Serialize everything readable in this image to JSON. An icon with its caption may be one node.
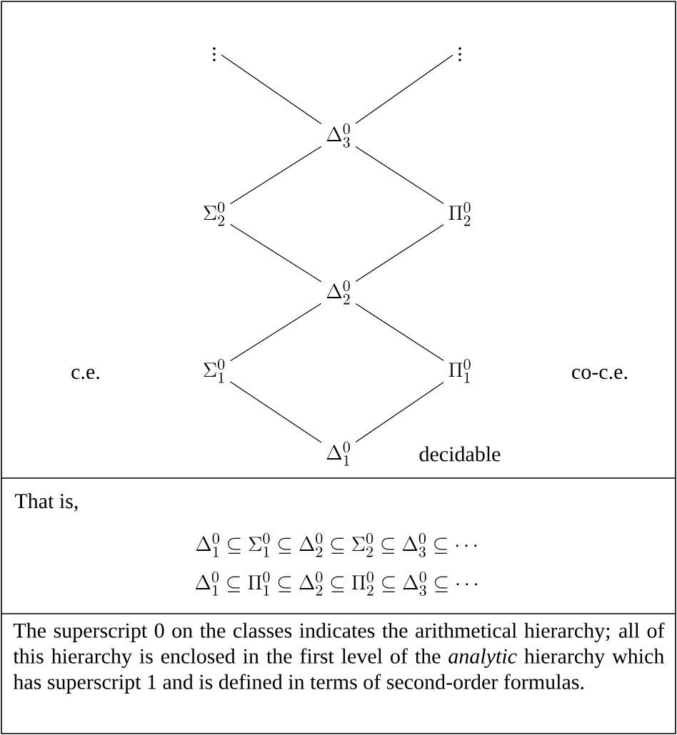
{
  "diagram": {
    "caption": "The superscript 0 on the classes indicates the arithmetical hierarchy; all of this hierarchy is enclosed in the first level of the *analytic* hierarchy which has superscript 1 and is defined in terms of second-order formulas.",
    "nodes": [
      {
        "text": [
          "\\vdots"
        ]
      },
      {
        "text": [
          "\\vdots"
        ]
      },
      {
        "text": [
          "\\Delta^0_3"
        ]
      },
      {
        "text": [
          "\\Sigma^0_2"
        ]
      },
      {
        "text": [
          "\\Pi^0_2"
        ]
      },
      {
        "text": [
          "\\Delta^0_2"
        ]
      },
      {
        "text": [
          "\\Sigma^0_1"
        ]
      },
      {
        "text": [
          "\\Pi^0_1"
        ]
      },
      {
        "text": [
          "\\Delta^0_1"
        ]
      }
    ],
    "edges": [
      {
        "from": 0,
        "to": 2,
        "arrow": "none"
      },
      {
        "from": 1,
        "to": 2,
        "arrow": "none"
      },
      {
        "from": 2,
        "to": 3,
        "arrow": "none"
      },
      {
        "from": 2,
        "to": 4,
        "arrow": "none"
      },
      {
        "from": 3,
        "to": 5,
        "arrow": "none"
      },
      {
        "from": 4,
        "to": 5,
        "arrow": "none"
      },
      {
        "from": 5,
        "to": 6,
        "arrow": "none"
      },
      {
        "from": 5,
        "to": 7,
        "arrow": "none"
      },
      {
        "from": 6,
        "to": 8,
        "arrow": "none"
      },
      {
        "from": 7,
        "to": 8,
        "arrow": "none"
      }
    ],
    "labels": [
      "c.e.",
      "co-c.e.",
      "decidable",
      "That is,",
      "\\Delta^0_1 \\subseteq \\Sigma^0_1 \\subseteq \\Delta^0_2 \\subseteq \\Sigma^0_2 \\subseteq \\Delta^0_3 \\subseteq \\cdots",
      "\\Delta^0_1 \\subseteq \\Pi^0_1 \\subseteq \\Delta^0_2 \\subseteq \\Pi^0_2 \\subseteq \\Delta^0_3 \\subseteq \\cdots"
    ]
  }
}
